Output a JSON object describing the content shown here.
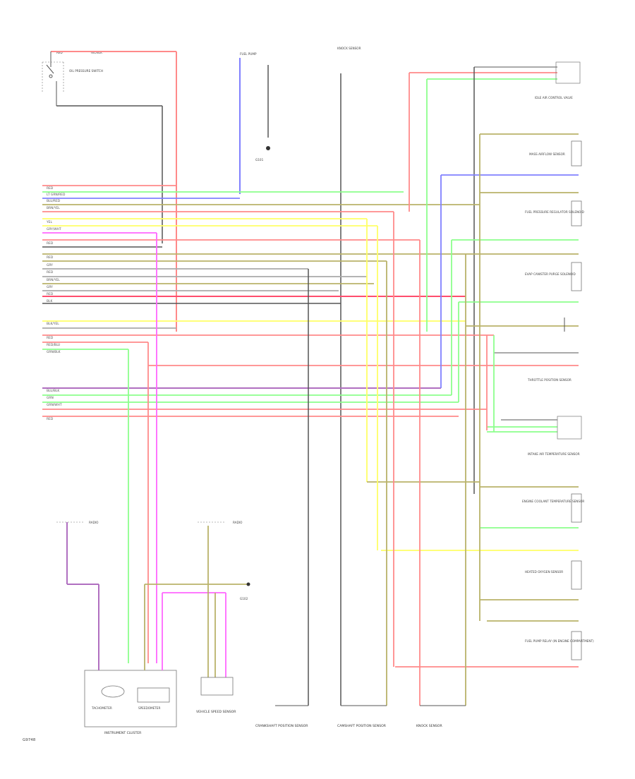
{
  "figure_ref": "G9748",
  "components": {
    "instrument_cluster": "INSTRUMENT CLUSTER",
    "tachometer": "TACHOMETER",
    "speedometer": "SPEEDOMETER",
    "fuel_pump": "FUEL PUMP",
    "fuel_pump_relay_text": "FUEL PUMP RELAY (IN ENGINE COMPARTMENT)",
    "knock_sensor_note": "KNOCK SENSOR",
    "crankshaft_sensor": "CRANKSHAFT POSITION SENSOR",
    "camshaft_sensor": "CAMSHAFT POSITION SENSOR",
    "vehicle_speed_sensor": "VEHICLE SPEED SENSOR",
    "engine_coolant_temp": "ENGINE COOLANT TEMPERATURE SENSOR",
    "throttle_position": "THROTTLE POSITION SENSOR",
    "mass_airflow": "MASS AIRFLOW SENSOR",
    "idle_air_control": "IDLE AIR CONTROL VALVE",
    "fuel_pressure": "FUEL PRESSURE REGULATOR SOLENOID",
    "evap_purge": "EVAP CANISTER PURGE SOLENOID",
    "intake_air_temp": "INTAKE AIR TEMPERATURE SENSOR",
    "ground_label": "G101",
    "ground_label_2": "G102",
    "oil_pressure_switch": "OIL PRESSURE SWITCH",
    "heated_o2": "HEATED OXYGEN SENSOR",
    "radio": "RADIO",
    "radio_2": "RADIO"
  },
  "wire_labels": {
    "top_left": [
      "RED",
      "YEL/BLK"
    ],
    "harness": [
      "RED",
      "LT GRN/RED",
      "BLU/RED",
      "BRN/YEL",
      "YEL",
      "GRY/WHT",
      "RED",
      "RED",
      "GRY",
      "RED",
      "BRN/YEL",
      "GRY",
      "RED",
      "BLK",
      "BLK/YEL",
      "RED",
      "RED/BLU",
      "GRN/BLK",
      "BLU/BLK",
      "GRN",
      "GRN/WHT",
      "RED"
    ]
  },
  "colors": {
    "red": "#ff8a8a",
    "pink_bright": "#ff4d6d",
    "green": "#8cff8c",
    "yellow": "#ffff66",
    "olive": "#b9b36a",
    "blue": "#8080ff",
    "black": "#555555",
    "gray": "#aaaaaa",
    "magenta": "#ff66ff",
    "purple": "#b06fc0",
    "tan": "#d2b48c"
  }
}
